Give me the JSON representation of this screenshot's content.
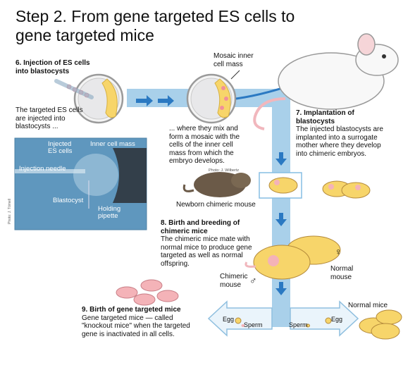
{
  "title_line1": "Step 2. From gene targeted ES cells to",
  "title_line2": "gene targeted mice",
  "steps": {
    "s6": {
      "heading1": "6. Injection of ES cells",
      "heading2": "into blastocysts",
      "text": [
        "The targeted ES cells",
        "are injected into",
        "blastocysts ..."
      ]
    },
    "mix": {
      "text": [
        "... where they mix and",
        "form a mosaic with the",
        "cells of the inner cell",
        "mass from which the",
        "embryo develops."
      ]
    },
    "s7": {
      "heading1": "7. Implantation of",
      "heading2": "blastocysts",
      "text": [
        "The injected blastocysts are",
        "implanted into a surrogate",
        "mother where they develop",
        "into chimeric embryos."
      ]
    },
    "s8": {
      "heading1": "8. Birth and breeding of",
      "heading2": "chimeric mice",
      "text": [
        "The chimeric mice mate with",
        "normal mice to produce gene",
        "targeted as well as normal",
        "offspring."
      ]
    },
    "s9": {
      "heading": "9. Birth of gene targeted mice",
      "text": [
        "Gene targeted mice — called",
        "\"knockout mice\" when the targeted",
        "gene is inactivated in all cells."
      ]
    }
  },
  "labels": {
    "mosaic1": "Mosaic inner",
    "mosaic2": "cell mass",
    "newborn": "Newborn chimeric mouse",
    "photo_credit": "Photo: J. Wilbertz",
    "chimeric1": "Chimeric",
    "chimeric2": "mouse",
    "male": "♂",
    "female": "♀",
    "normal1": "Normal",
    "normal2": "mouse",
    "normal_mice": "Normal mice",
    "egg": "Egg",
    "sperm": "Sperm"
  },
  "micrograph": {
    "injected1": "Injected",
    "injected2": "ES cells",
    "inner_cell_mass": "Inner cell mass",
    "injection_needle": "Injection needle",
    "blastocyst": "Blastocyst",
    "holding1": "Holding",
    "holding2": "pipette",
    "credit": "Photo: J. Tömell"
  },
  "colors": {
    "flow": "#a9d0ea",
    "arrow": "#2b79c2",
    "mouse_yellow": "#f7d56a",
    "mouse_pink": "#f4b3b8",
    "mouse_white": "#f8f8f8",
    "micro_bg": "#5f97be"
  }
}
